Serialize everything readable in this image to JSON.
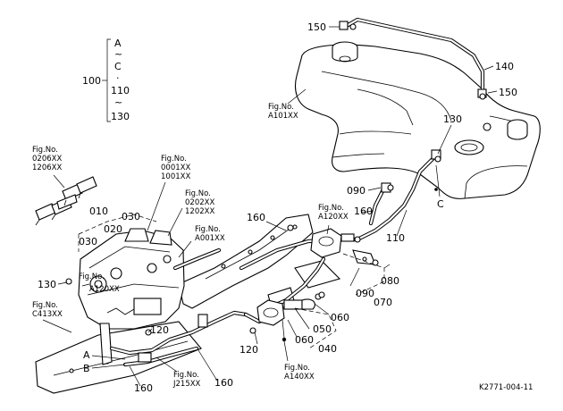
{
  "ref_code": "K2771-004-11",
  "series_bracket": {
    "label": "100",
    "items": [
      "A",
      "~",
      "C",
      ".",
      "110",
      "~",
      "130"
    ]
  },
  "callouts": [
    {
      "id": "c150a",
      "text": "150"
    },
    {
      "id": "c140",
      "text": "140"
    },
    {
      "id": "c150b",
      "text": "150"
    },
    {
      "id": "c130a",
      "text": "130"
    },
    {
      "id": "c090a",
      "text": "090"
    },
    {
      "id": "cC",
      "text": "C"
    },
    {
      "id": "c160a",
      "text": "160"
    },
    {
      "id": "c110",
      "text": "110"
    },
    {
      "id": "c160b",
      "text": "160"
    },
    {
      "id": "c010",
      "text": "010"
    },
    {
      "id": "c030a",
      "text": "030"
    },
    {
      "id": "c020",
      "text": "020"
    },
    {
      "id": "c030b",
      "text": "030"
    },
    {
      "id": "c130b",
      "text": "130"
    },
    {
      "id": "c080",
      "text": "080"
    },
    {
      "id": "c090b",
      "text": "090"
    },
    {
      "id": "c070",
      "text": "070"
    },
    {
      "id": "c060a",
      "text": "060"
    },
    {
      "id": "c050",
      "text": "050"
    },
    {
      "id": "c060b",
      "text": "060"
    },
    {
      "id": "c040",
      "text": "040"
    },
    {
      "id": "c120a",
      "text": "120"
    },
    {
      "id": "c120b",
      "text": "120"
    },
    {
      "id": "cA",
      "text": "A"
    },
    {
      "id": "cB",
      "text": "B"
    },
    {
      "id": "c160c",
      "text": "160"
    },
    {
      "id": "c160d",
      "text": "160"
    }
  ],
  "figure_refs": [
    {
      "id": "f101",
      "lines": [
        "Fig.No.",
        "A101XX"
      ]
    },
    {
      "id": "f0206",
      "lines": [
        "Fig.No.",
        "0206XX",
        "1206XX"
      ]
    },
    {
      "id": "f0001",
      "lines": [
        "Fig.No.",
        "0001XX",
        "1001XX"
      ]
    },
    {
      "id": "f0202",
      "lines": [
        "Fig.No.",
        "0202XX",
        "1202XX"
      ]
    },
    {
      "id": "f001",
      "lines": [
        "Fig.No.",
        "A001XX"
      ]
    },
    {
      "id": "f120",
      "lines": [
        "Fig.No.",
        "A120XX"
      ]
    },
    {
      "id": "f120b",
      "lines": [
        "Fig.No.",
        "A120XX"
      ]
    },
    {
      "id": "f413",
      "lines": [
        "Fig.No.",
        "C413XX"
      ]
    },
    {
      "id": "f215",
      "lines": [
        "Fig.No.",
        "J215XX"
      ]
    },
    {
      "id": "f140",
      "lines": [
        "Fig.No.",
        "A140XX"
      ]
    }
  ]
}
